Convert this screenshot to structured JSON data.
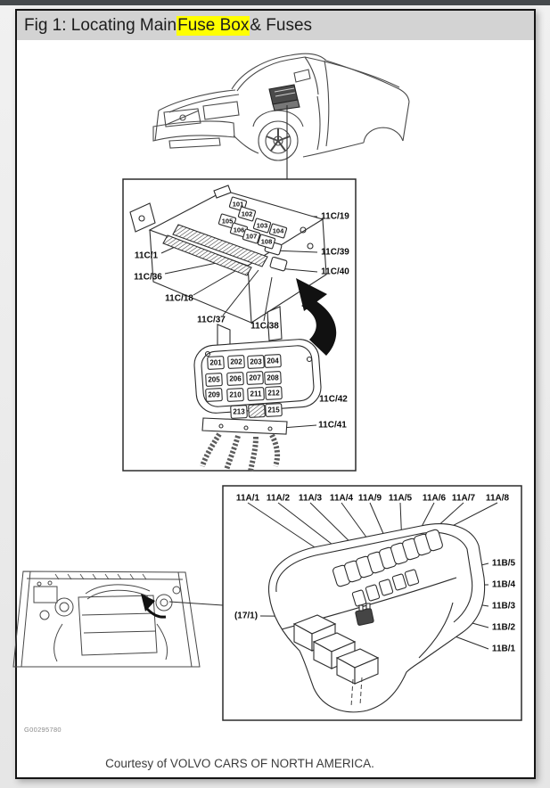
{
  "window": {
    "title_prefix": "Fig 1: Locating Main ",
    "title_highlight": "Fuse Box",
    "title_suffix": " & Fuses"
  },
  "footer": {
    "figure_code": "G00295780",
    "courtesy_line": "Courtesy of VOLVO CARS OF NORTH AMERICA."
  },
  "colors": {
    "highlight": "#ffff00",
    "titlebar_bg": "#d3d3d3",
    "line_art": "#2a2a2a"
  },
  "diagram1": {
    "description": "main fuse box under hood near windshield",
    "fuses": [
      "101",
      "102",
      "103",
      "104",
      "105",
      "106",
      "107",
      "108"
    ],
    "relays": [
      "201",
      "202",
      "203",
      "204",
      "205",
      "206",
      "207",
      "208",
      "209",
      "210",
      "211",
      "212",
      "213",
      "215"
    ],
    "callouts_left": [
      "11C/1",
      "11C/36",
      "11C/18",
      "11C/37",
      "11C/38"
    ],
    "callouts_right": [
      "11C/19",
      "11C/39",
      "11C/40",
      "11C/42",
      "11C/41"
    ]
  },
  "diagram2": {
    "description": "engine compartment relay/fuse box",
    "callouts_top": [
      "11A/1",
      "11A/2",
      "11A/3",
      "11A/4",
      "11A/9",
      "11A/5",
      "11A/6",
      "11A/7",
      "11A/8"
    ],
    "callouts_right": [
      "11B/5",
      "11B/4",
      "11B/3",
      "11B/2",
      "11B/1"
    ],
    "callout_left": "(17/1)"
  }
}
